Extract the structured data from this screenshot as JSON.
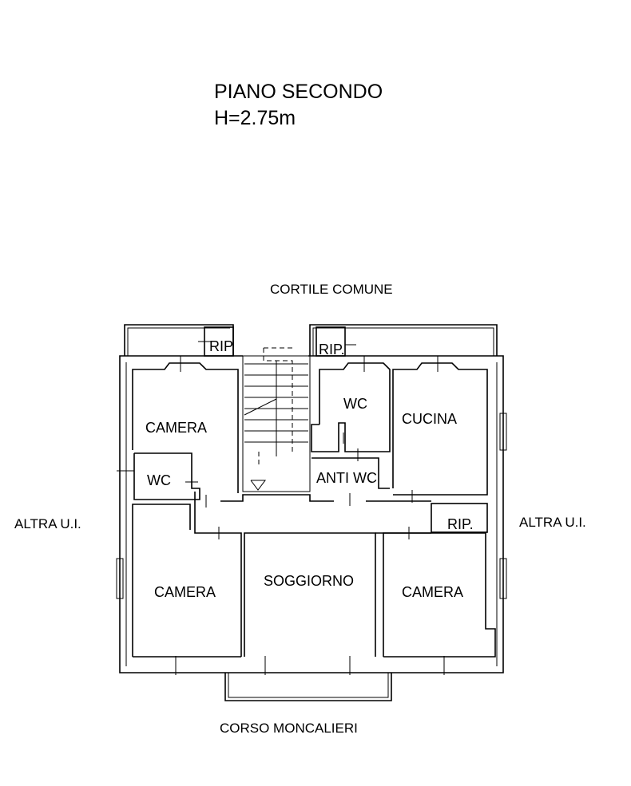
{
  "title": {
    "line1": "PIANO SECONDO",
    "line2": "H=2.75m"
  },
  "surroundings": {
    "north": "CORTILE COMUNE",
    "south": "CORSO MONCALIERI",
    "west": "ALTRA U.I.",
    "east": "ALTRA U.I."
  },
  "rooms": {
    "rip_left": "RIP",
    "rip_right": "RIP.",
    "camera_top_left": "CAMERA",
    "wc_left": "WC",
    "wc_right": "WC",
    "cucina": "CUCINA",
    "anti_wc": "ANTI WC",
    "rip_east": "RIP.",
    "camera_bottom_left": "CAMERA",
    "soggiorno": "SOGGIORNO",
    "camera_bottom_right": "CAMERA"
  },
  "colors": {
    "ink": "#000000",
    "paper": "#ffffff"
  }
}
